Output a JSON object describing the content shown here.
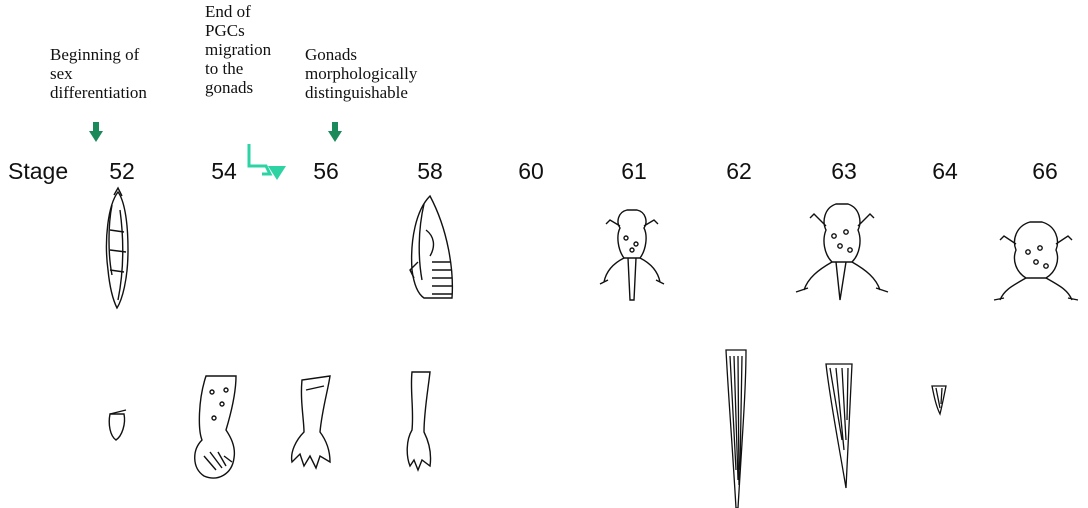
{
  "annotations": {
    "sex_diff": "Beginning of\nsex\ndifferentiation",
    "pgc_end": "End of\nPGCs\nmigration\nto the\ngonads",
    "gonads": "Gonads\nmorphologically\ndistinguishable"
  },
  "stage_title": "Stage",
  "stages": [
    "52",
    "54",
    "56",
    "58",
    "60",
    "61",
    "62",
    "63",
    "64",
    "66"
  ],
  "colors": {
    "arrow_dark": "#1a8a5a",
    "arrow_light": "#2ed3a4",
    "ink": "#111111"
  },
  "icons": {
    "tadpole_52": "tadpole-icon",
    "tadpole_58": "tadpole-legs-icon",
    "froglet_61": "froglet-icon",
    "froglet_63": "froglet-tail-icon",
    "frog_66": "frog-icon",
    "limb_52": "limb-bud-icon",
    "limb_54": "paddle-limb-icon",
    "limb_56": "foot-icon",
    "limb_58": "leg-icon",
    "tail_62": "long-tail-icon",
    "tail_63": "tail-icon",
    "tail_64": "tail-stub-icon"
  }
}
